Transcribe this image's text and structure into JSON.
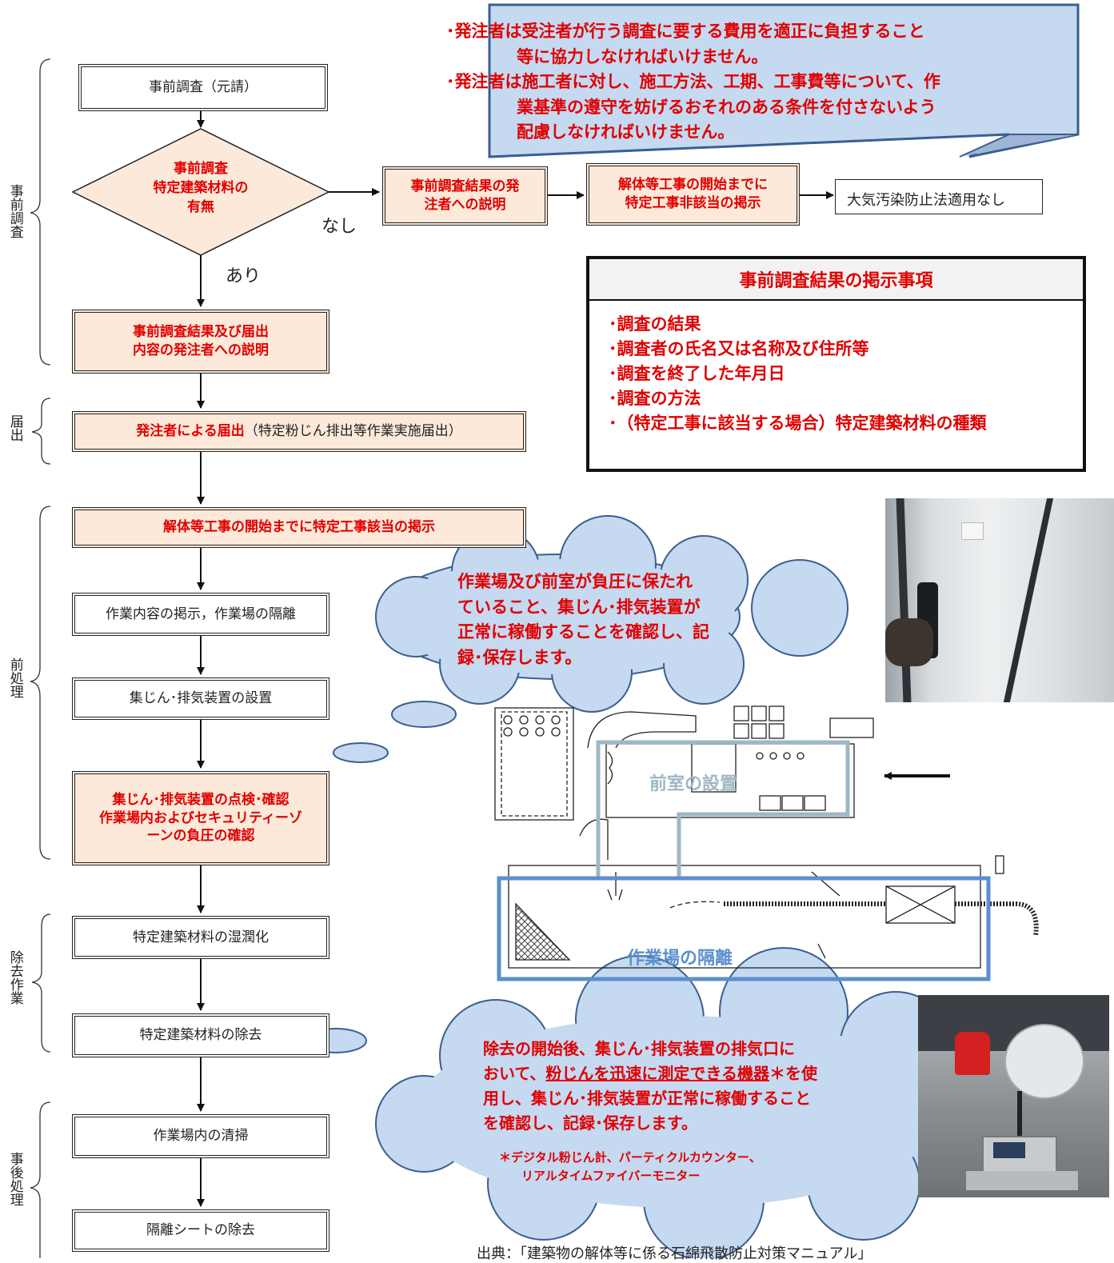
{
  "phases": {
    "pre_survey": "事前調査",
    "notification": "届出",
    "pre_treatment": "前処理",
    "removal": "除去作業",
    "post_treatment": "事後処理"
  },
  "flow": {
    "survey": "事前調査（元請）",
    "decision": "事前調査\n特定建築材料の\n有無",
    "branch_no": "なし",
    "branch_yes": "あり",
    "explain_no": "事前調査結果の発\n注者への説明",
    "post_no": "解体等工事の開始までに\n特定工事非該当の掲示",
    "no_law": "大気汚染防止法適用なし",
    "explain_yes": "事前調査結果及び届出\n内容の発注者への説明",
    "notify_red": "発注者による届出",
    "notify_plain": "（特定粉じん排出等作業実施届出）",
    "post_yes": "解体等工事の開始までに特定工事該当の掲示",
    "isolate": "作業内容の掲示，作業場の隔離",
    "install": "集じん･排気装置の設置",
    "inspect": "集じん･排気装置の点検･確認\n作業場内およびセキュリティーゾ\nーンの負圧の確認",
    "wet": "特定建築材料の湿潤化",
    "remove": "特定建築材料の除去",
    "clean": "作業場内の清掃",
    "sheet": "隔離シートの除去"
  },
  "top_callout": {
    "line1": "･発注者は受注者が行う調査に要する費用を適正に負担すること",
    "line2": "等に協力しなければいけません。",
    "line3": "･発注者は施工者に対し、施工方法、工期、工事費等について、作",
    "line4": "業基準の遵守を妨げるおそれのある条件を付さないよう",
    "line5": "配慮しなければいけません。"
  },
  "notice_panel": {
    "title": "事前調査結果の掲示事項",
    "items": [
      "･調査の結果",
      "･調査者の氏名又は名称及び住所等",
      "･調査を終了した年月日",
      "･調査の方法",
      "･（特定工事に該当する場合）特定建築材料の種類"
    ]
  },
  "cloud1": {
    "line1": "作業場及び前室が負圧に保たれ",
    "line2": "ていること、集じん･排気装置が",
    "line3": "正常に稼働することを確認し、記",
    "line4": "録･保存します。"
  },
  "cloud2": {
    "line1": "除去の開始後、集じん･排気装置の排気口に",
    "line2_a": "おいて、",
    "line2_b": "粉じんを迅速に測定できる機器",
    "line2_c": "＊を使",
    "line3": "用し、集じん･排気装置が正常に稼働すること",
    "line4": "を確認し、記録･保存します。",
    "note1": "＊デジタル粉じん計、パーティクルカウンター、",
    "note2": "リアルタイムファイバーモニター"
  },
  "plan": {
    "anteroom": "前室の設置",
    "work_area": "作業場の隔離"
  },
  "source": "出典：「建築物の解体等に係る石綿飛散防止対策マニュアル」",
  "colors": {
    "red": "#e00000",
    "pink_fill": "#fde9d9",
    "bubble_fill": "#c5d9f1",
    "bubble_edge": "#3a5f8f",
    "anteroom_line": "#9fb7c4",
    "work_line": "#5b8fcf"
  }
}
